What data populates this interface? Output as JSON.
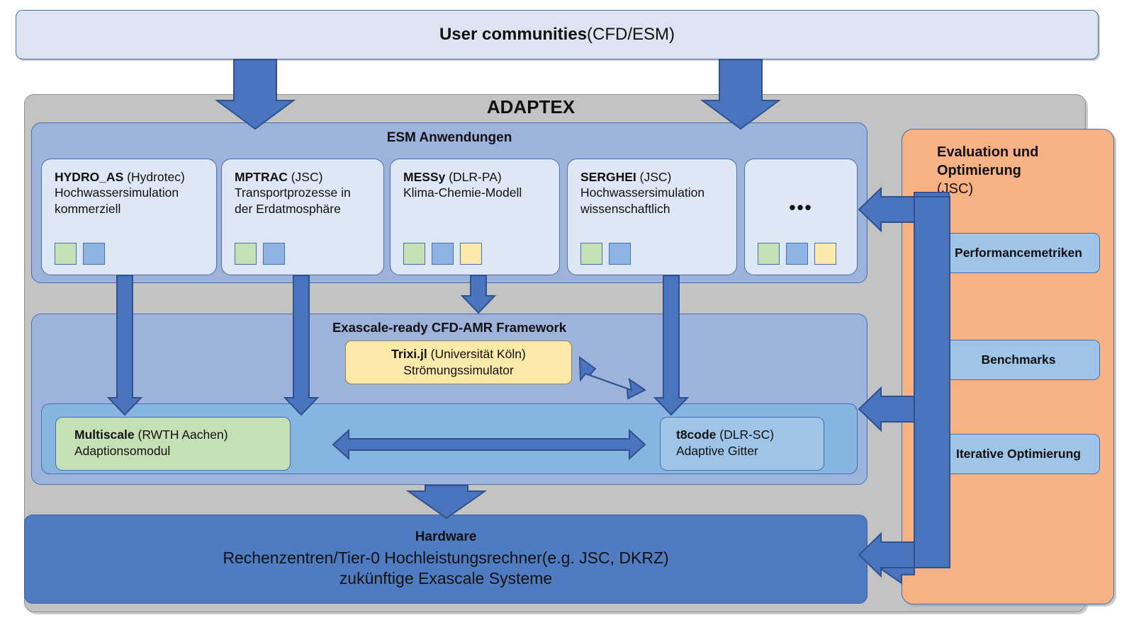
{
  "diagram": {
    "top_banner": {
      "bold": "User communities",
      "normal": " (CFD/ESM)"
    },
    "adaptex_title": "ADAPTEX",
    "esm": {
      "panel_title": "ESM Anwendungen",
      "cards": [
        {
          "name": "HYDRO_AS",
          "org": " (Hydrotec)",
          "line1": "Hochwassersimulation",
          "line2": "kommerziell",
          "chips": [
            "green",
            "blue"
          ]
        },
        {
          "name": "MPTRAC",
          "org": " (JSC)",
          "line1": "Transportprozesse in",
          "line2": "der Erdatmosphäre",
          "chips": [
            "green",
            "blue"
          ]
        },
        {
          "name": "MESSy",
          "org": " (DLR-PA)",
          "line1": "Klima-Chemie-Modell",
          "line2": "",
          "chips": [
            "green",
            "blue",
            "yellow"
          ]
        },
        {
          "name": "SERGHEI",
          "org": " (JSC)",
          "line1": "Hochwassersimulation",
          "line2": "wissenschaftlich",
          "chips": [
            "green",
            "blue"
          ]
        },
        {
          "name": "",
          "org": "",
          "line1": "",
          "line2": "",
          "ellipsis": "•••",
          "chips": [
            "green",
            "blue",
            "yellow"
          ]
        }
      ]
    },
    "framework": {
      "panel_title": "Exascale-ready CFD-AMR Framework",
      "trixi": {
        "name": "Trixi.jl",
        "org": " (Universität Köln)",
        "line2": "Strömungssimulator"
      },
      "multiscale": {
        "name": "Multiscale",
        "org": " (RWTH Aachen)",
        "line2": "Adaptionsomodul"
      },
      "t8code": {
        "name": "t8code",
        "org": " (DLR-SC)",
        "line2": "Adaptive Gitter"
      }
    },
    "hardware": {
      "title": "Hardware",
      "line1": "Rechenzentren/Tier-0 Hochleistungsrechner(e.g. JSC, DKRZ)",
      "line2": "zukünftige Exascale Systeme"
    },
    "evaluation": {
      "title_line1": "Evaluation und",
      "title_line2": "Optimierung",
      "title_sub": "(JSC)",
      "chips": [
        {
          "label": "Performancemetriken"
        },
        {
          "label": "Benchmarks"
        },
        {
          "label": "Iterative Optimierung"
        }
      ]
    },
    "colors": {
      "arrow_blue": "#4a74bd",
      "arrow_stroke": "#2f528f",
      "outer_gray": "#c3c3c3",
      "panel_blue": "#9db3dc",
      "card_blue": "#dde7f6",
      "inner_blue": "#86b5e0",
      "hardware_blue": "#4f7cc0",
      "eval_orange": "#f7b183",
      "chip_green": "#c5e0b4",
      "chip_blue": "#8db3e2",
      "chip_yellow": "#fde9a9"
    }
  }
}
